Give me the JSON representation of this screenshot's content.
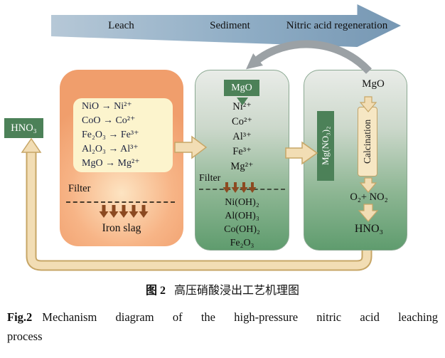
{
  "top_arrow": {
    "labels": [
      "Leach",
      "Sediment",
      "Nitric acid regeneration"
    ]
  },
  "hno3_box": {
    "label": "HNO₃"
  },
  "panel1": {
    "reactions": [
      "NiO → Ni²⁺",
      "CoO → Co²⁺",
      "Fe₂O₃ → Fe³⁺",
      "Al₂O₃ → Al³⁺",
      "MgO → Mg²⁺"
    ],
    "filter_label": "Filter",
    "slag_label": "Iron slag"
  },
  "panel2": {
    "mgo_label": "MgO",
    "ions": [
      "Ni²⁺",
      "Co²⁺",
      "Al³⁺",
      "Fe³⁺",
      "Mg²⁺"
    ],
    "filter_label": "Filter",
    "precipitates": [
      "Ni(OH)₂",
      "Al(OH)₃",
      "Co(OH)₂",
      "Fe₂O₃"
    ]
  },
  "transfer": {
    "mg_nitrate_label": "Mg(NO₃)₂"
  },
  "panel3": {
    "mgo_label": "MgO",
    "calcination_label": "Calcination",
    "offgas_label": "O₂+ NO₂",
    "acid_label": "HNO₃"
  },
  "caption_zh": {
    "prefix": "图 2",
    "text": "高压硝酸浸出工艺机理图"
  },
  "caption_en": {
    "prefix": "Fig.2",
    "line1": "Mechanism diagram of the high-pressure nitric acid leaching",
    "line2": "process"
  },
  "colors": {
    "flow_arrow_blue": "#7e9fb9",
    "green_box": "#4c8158",
    "panel_orange": "#f2a072",
    "panel_green": "#5f9c6e",
    "cream_arrow": "#f2ddb4",
    "cream_arrow_edge": "#c7a666",
    "filter_arrow_brown": "#8c4a21",
    "regen_arrow_gray": "#9ba1a5"
  }
}
